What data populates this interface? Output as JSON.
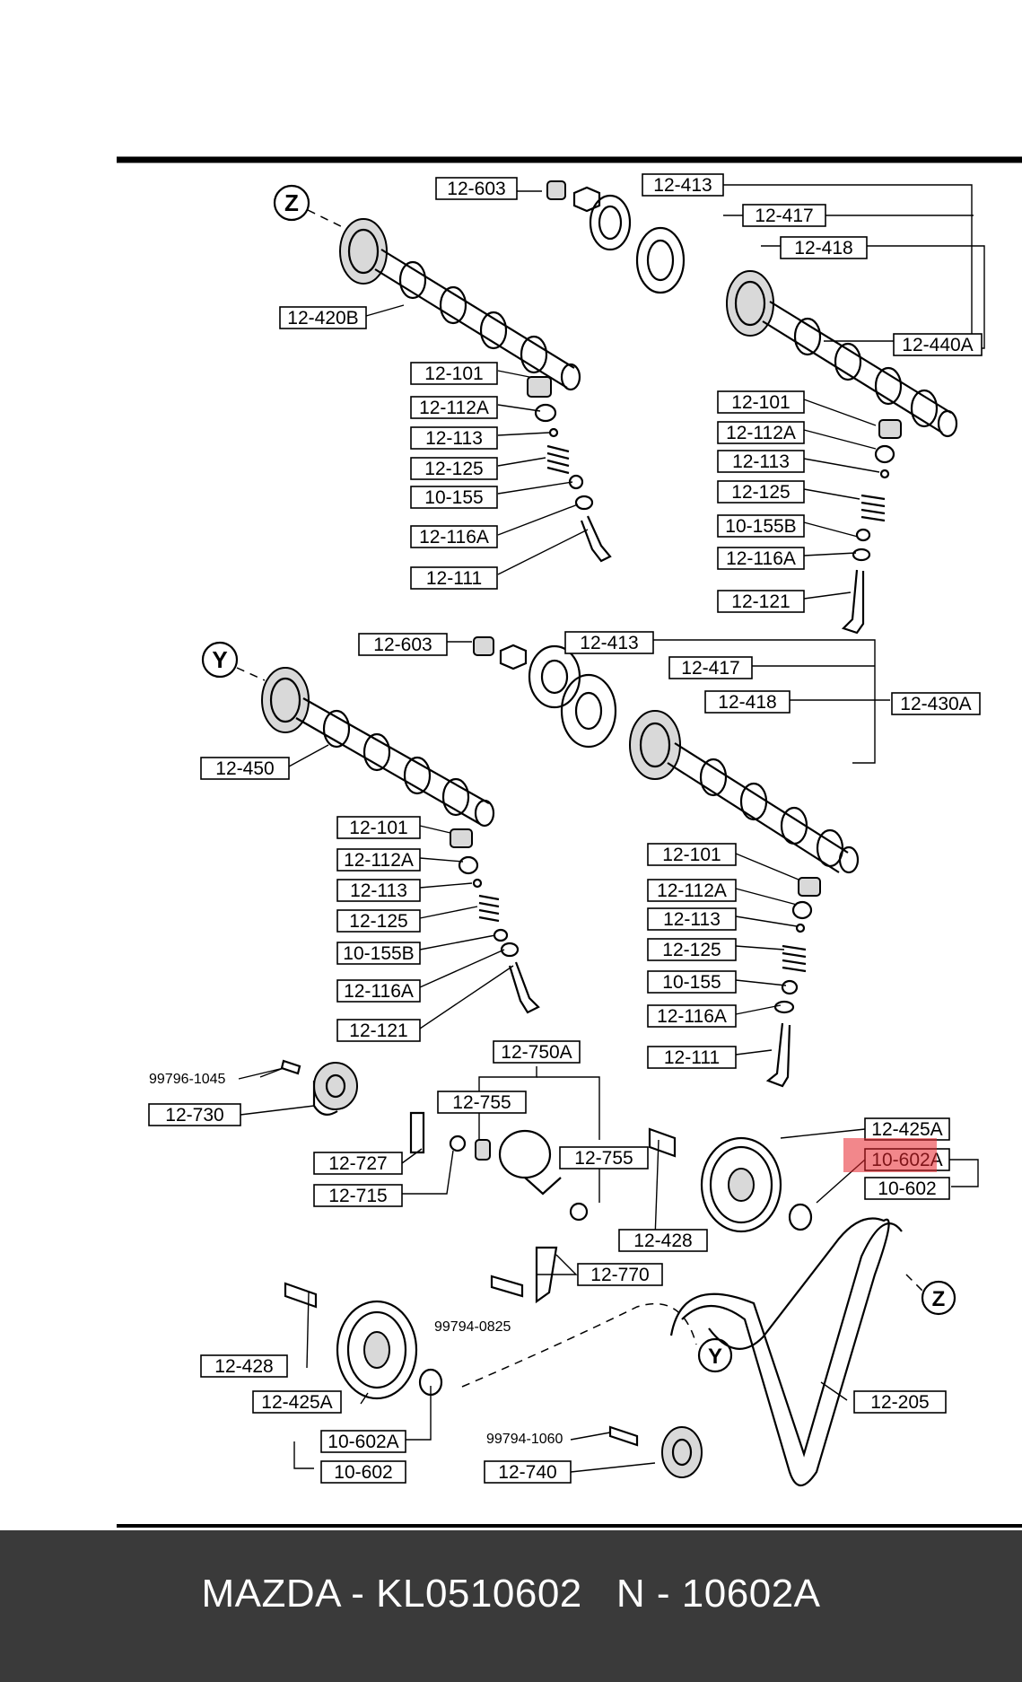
{
  "labels": {
    "upper_left": [
      "12-603",
      "12-420B",
      "12-101",
      "12-112A",
      "12-113",
      "12-125",
      "10-155",
      "12-116A",
      "12-111"
    ],
    "upper_right": [
      "12-413",
      "12-417",
      "12-418",
      "12-440A",
      "12-101",
      "12-112A",
      "12-113",
      "12-125",
      "10-155B",
      "12-116A",
      "12-121"
    ],
    "middle_left": [
      "12-603",
      "12-450",
      "12-101",
      "12-112A",
      "12-113",
      "12-125",
      "10-155B",
      "12-116A",
      "12-121"
    ],
    "middle_right": [
      "12-413",
      "12-417",
      "12-418",
      "12-430A",
      "12-101",
      "12-112A",
      "12-113",
      "12-125",
      "10-155",
      "12-116A",
      "12-111"
    ],
    "lower": [
      "12-750A",
      "12-755",
      "12-755",
      "12-730",
      "12-727",
      "12-715",
      "12-425A",
      "10-602A",
      "10-602",
      "12-428",
      "12-770",
      "12-428",
      "12-425A",
      "10-602A",
      "10-602",
      "12-205",
      "12-740"
    ],
    "plain": [
      "99796-1045",
      "99794-0825",
      "99794-1060"
    ]
  },
  "markers": {
    "z": "Z",
    "y": "Y"
  },
  "highlight": {
    "part": "10-602A",
    "color": "#e8242b"
  },
  "footer": {
    "text": "MAZDA - KL0510602   N - 10602A",
    "background": "#3a3a3a"
  }
}
